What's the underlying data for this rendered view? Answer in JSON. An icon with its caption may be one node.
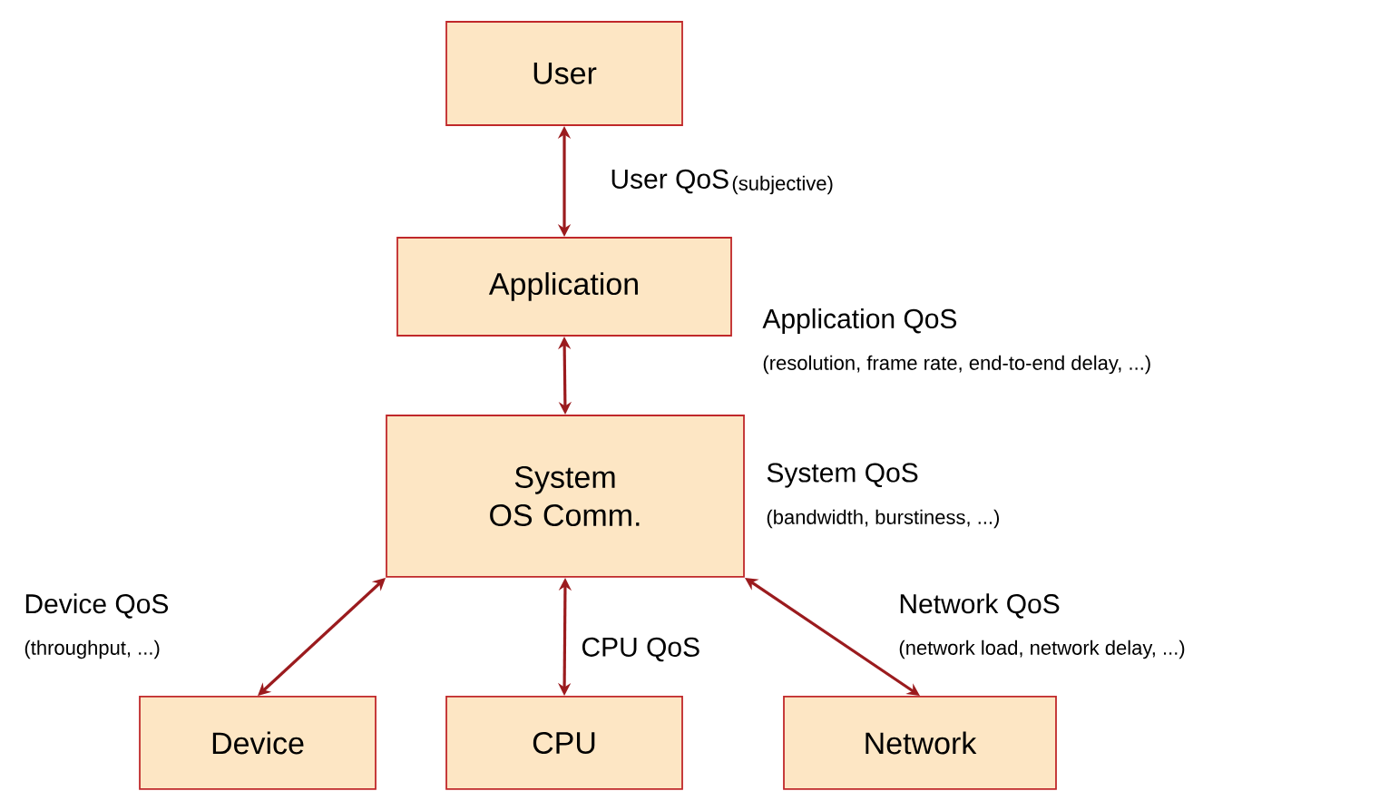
{
  "diagram": {
    "nodes": [
      {
        "text": [
          "User"
        ]
      },
      {
        "text": [
          "Application"
        ],
        "beside": [
          "Application QoS",
          "(resolution, frame rate, end-to-end delay, ...)"
        ]
      },
      {
        "text": [
          "System OS Comm."
        ],
        "beside": [
          "System QoS",
          "(bandwidth, burstiness, ...)"
        ]
      },
      {
        "text": [
          "Device"
        ]
      },
      {
        "text": [
          "CPU"
        ]
      },
      {
        "text": [
          "Network"
        ]
      }
    ],
    "edges": [
      {
        "from": 0,
        "to": 1,
        "arrow": "both",
        "label": "User QoS"
      },
      {
        "from": 1,
        "to": 2,
        "arrow": "both"
      },
      {
        "from": 2,
        "to": 3,
        "arrow": "both",
        "label": "Device QoS"
      },
      {
        "from": 2,
        "to": 4,
        "arrow": "both",
        "label": "CPU QoS"
      },
      {
        "from": 2,
        "to": 5,
        "arrow": "both",
        "label": "Network QoS"
      }
    ],
    "labels": [
      "(subjective)",
      "(throughput, ...)",
      "(network load, network delay, ...)"
    ]
  }
}
